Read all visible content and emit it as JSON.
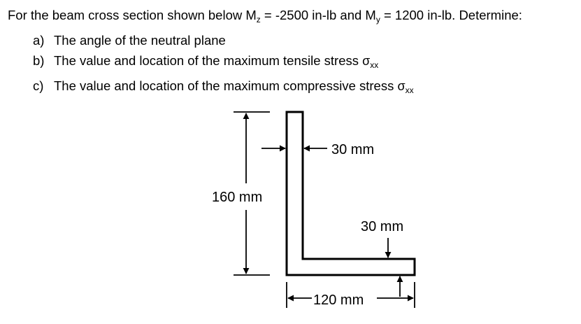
{
  "problem": {
    "statement_prefix": "For the beam cross section shown below M",
    "mz_sub": "z",
    "mz_value": " = -2500 in-lb and M",
    "my_sub": "y",
    "my_value": " = 1200 in-lb. Determine:",
    "items": [
      {
        "letter": "a)",
        "text": "The angle of the neutral plane",
        "sigma": "",
        "sigma_sub": ""
      },
      {
        "letter": "b)",
        "text": "The value and location of the maximum tensile stress ",
        "sigma": "σ",
        "sigma_sub": "xx"
      },
      {
        "letter": "c)",
        "text": "The value and location of the maximum compressive stress ",
        "sigma": "σ",
        "sigma_sub": "xx"
      }
    ]
  },
  "figure": {
    "height_label": "160 mm",
    "web_thickness_label": "30 mm",
    "flange_thickness_label": "30 mm",
    "width_label": "120 mm",
    "stroke_color": "#000000"
  }
}
